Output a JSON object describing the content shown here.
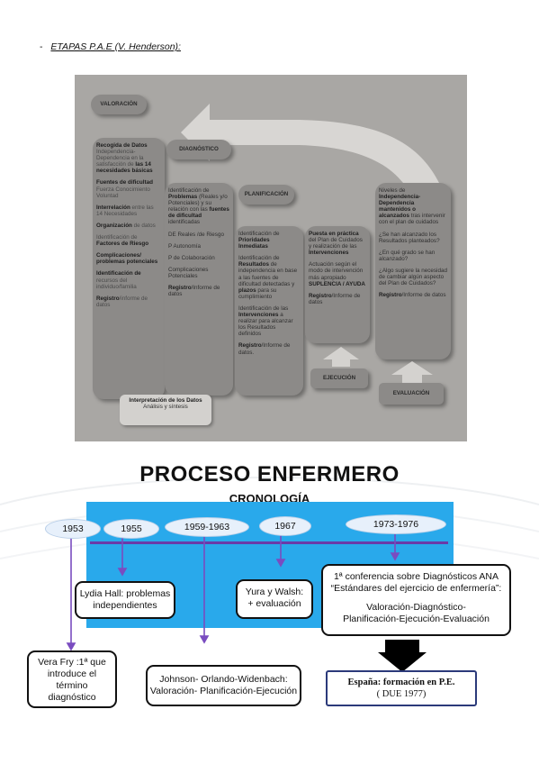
{
  "header": {
    "bullet": "-",
    "title": "ETAPAS P.A.E (V. Henderson):"
  },
  "figure": {
    "valoracion": {
      "header": "VALORACIÓN",
      "recogida_title": "Recogida de Datos",
      "recogida_text": "Independencia- Dependencia en la satisfacción de",
      "recogida_bold": "las 14 necesidades básicas",
      "fuentes_title": "Fuentes de dificultad",
      "fuentes_text": "Fuerza Conocimiento Voluntad",
      "interrelacion_title": "Interrelación",
      "interrelacion_text": "entre las 14 Necesidades",
      "organizacion_title": "Organización",
      "organizacion_text": "de datos",
      "identificacion_text": "Identificación de",
      "identificacion_bold": "Factores de Riesgo",
      "complicaciones_title": "Complicaciones/ problemas potenciales",
      "ident_recursos_title": "Identificación de",
      "ident_recursos_text": "recursos del individuo/familia",
      "registro_title": "Registro",
      "registro_text": "/informe de datos"
    },
    "diagnostico": {
      "header": "DIAGNÓSTICO",
      "p1": "Identificación de",
      "p1_bold": "Problemas",
      "p1_b": "(Reales y/o Potenciales) y su relación con las",
      "p1_bold2": "fuentes de dificultad",
      "p1_c": "identificadas",
      "p2": "DE Reales /de Riesgo",
      "p3": "P Autonomía",
      "p4": "P de Colaboración",
      "p5": "Complicaciones Potenciales",
      "registro_title": "Registro",
      "registro_text": "/Informe de datos"
    },
    "interpretacion": {
      "title": "Interpretación de los Datos",
      "text": "Análisis y síntesis"
    },
    "planificacion": {
      "header": "PLANIFICACIÓN",
      "p1": "Identificación de",
      "p1_bold": "Prioridades Inmediatas",
      "p2": "Identificación de",
      "p2_bold": "Resultados",
      "p2_b": "de independencia en base a las fuentes de dificultad detectadas y",
      "p2_bold2": "plazos",
      "p2_c": "para su cumplimiento",
      "p3": "Identificación de las",
      "p3_bold": "Intervenciones",
      "p3_b": "a realizar para alcanzar los Resultados definidos",
      "registro_title": "Registro",
      "registro_text": "/Informe de datos."
    },
    "ejecucion": {
      "p1_bold": "Puesta en práctica",
      "p1": "del Plan de Cuidados y realización de las",
      "p1_bold2": "Intervenciones",
      "p2": "Actuación según el modo de intervención más apropiado",
      "p2_bold": "SUPLENCIA / AYUDA",
      "registro_title": "Registro",
      "registro_text": "/Informe de datos",
      "label": "EJECUCIÓN"
    },
    "evaluacion": {
      "p1": "Niveles de",
      "p1_bold": "Independencia- Dependencia mantenidos o alcanzados",
      "p1_b": "tras intervenir con el plan de cuidados",
      "q1": "¿Se han alcanzado los Resultados planteados?",
      "q2": "¿En qué grado se han alcanzado?",
      "q3": "¿Algo sugiere la necesidad de cambiar algún aspecto del Plan de Cuidados?",
      "registro_title": "Registro",
      "registro_text": "/Informe de datos",
      "label": "EVALUACIÓN"
    }
  },
  "timeline": {
    "title": "PROCESO ENFERMERO",
    "subtitle": "CRONOLOGÍA",
    "years": [
      "1953",
      "1955",
      "1959-1963",
      "1967",
      "1973-1976"
    ],
    "events": {
      "e1953": "Vera Fry :1ª que introduce el término diagnóstico",
      "e1955": "Lydia Hall: problemas independientes",
      "e1959a": "Johnson- Orlando-Widenbach:",
      "e1959b": "Valoración- Planificación-Ejecución",
      "e1967a": "Yura y Walsh:",
      "e1967b": "+ evaluación",
      "e1973a": "1ª conferencia sobre Diagnósticos ANA",
      "e1973b": "“Estándares del ejercicio de enfermería”:",
      "e1973c": "Valoración-Diagnóstico-",
      "e1973d": "Planificación-Ejecución-Evaluación",
      "spain_a": "España: formación en P.E.",
      "spain_b": "( DUE 1977)"
    },
    "colors": {
      "band": "#29a9eb",
      "line": "#6a3aa8",
      "oval": "#e7f0fb"
    }
  }
}
